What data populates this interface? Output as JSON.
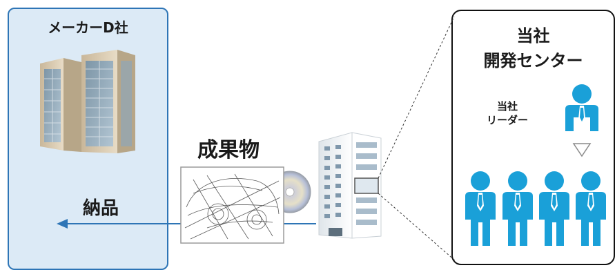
{
  "client": {
    "title": "メーカーD社"
  },
  "delivery": {
    "label": "納品"
  },
  "deliverable": {
    "label": "成果物"
  },
  "dev_center": {
    "title_line1": "当社",
    "title_line2": "開発センター",
    "leader_line1": "当社",
    "leader_line2": "リーダー"
  },
  "colors": {
    "panel_fill": "#dceaf6",
    "panel_border": "#2e75b6",
    "person": "#1aa0d8",
    "arrow": "#2e75b6"
  }
}
